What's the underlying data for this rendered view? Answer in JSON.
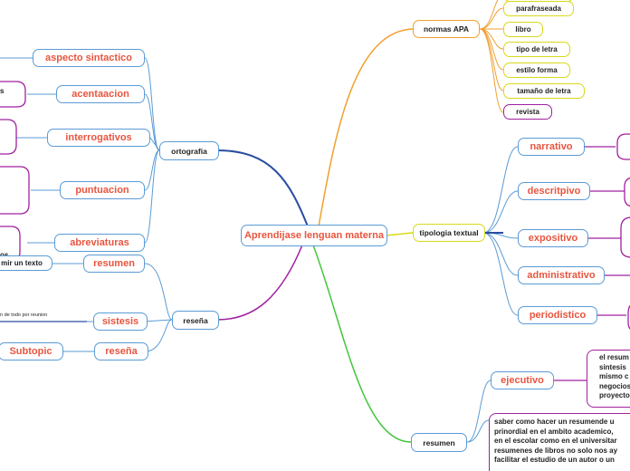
{
  "center": {
    "label": "Aprendijase lenguan materna"
  },
  "ortografia": {
    "label": "ortografia",
    "children": [
      "aspecto sintactico",
      "acentaacion",
      "interrogativos",
      "puntuacion",
      "abreviaturas"
    ],
    "fragments": {
      "acentaacion": "s",
      "abreviaturas": "os"
    }
  },
  "resena": {
    "label": "reseña",
    "children": [
      "resumen",
      "sistesis",
      "reseña"
    ],
    "fragments": {
      "resumen": "mir un texto",
      "sistesis": "n de todo por reunion",
      "resena": "Subtopic"
    }
  },
  "normas": {
    "label": "normas  APA",
    "children": [
      "parafraseada",
      "libro",
      "tipo de letra",
      "estilo forma",
      "tamaño de letra",
      "revista"
    ]
  },
  "tipologia": {
    "label": "tipologia textual",
    "children": [
      "narrativo",
      "descritpivo",
      "expositivo",
      "administrativo",
      "periodistico"
    ]
  },
  "resumen": {
    "label": "resumen",
    "ejecutivo": "ejecutivo",
    "ejecutivo_text": [
      "el resum",
      "sintesis",
      "mismo c",
      "negocios",
      "proyecto"
    ],
    "paragraph": [
      "saber como hacer un resumende u",
      "prinordial en el ambito academico,",
      "en el escolar como en el universitar",
      "resumenes de libros no solo nos ay",
      "facilitar el estudio de un autor o un"
    ]
  },
  "colors": {
    "blue": "#5b9bd5",
    "orange": "#f0a030",
    "navy": "#2a4da0",
    "green": "#44c63c",
    "purple": "#a020a0",
    "yellow": "#d8d91a",
    "red_text": "#e8553f"
  }
}
